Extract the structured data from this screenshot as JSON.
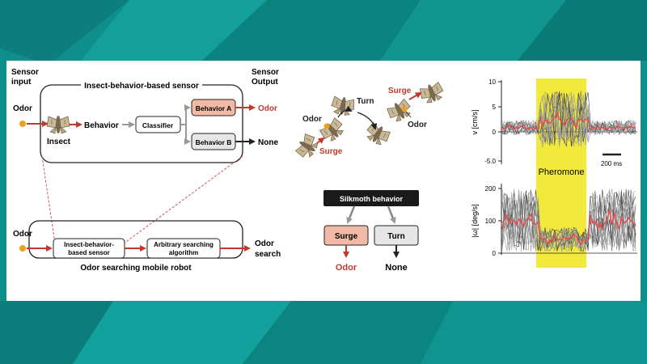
{
  "colors": {
    "background": "#0f8f8c",
    "panel": "#ffffff",
    "red": "#c0392b",
    "behavior_a_fill": "#f2b9a6",
    "gray_box": "#e6e6e6",
    "yellow_highlight": "#f2ea3a"
  },
  "left_diagram": {
    "sensor_input": [
      "Sensor",
      "input"
    ],
    "sensor_output": [
      "Sensor",
      "Output"
    ],
    "sensor_box_title": "Insect-behavior-based sensor",
    "odor_in": "Odor",
    "insect_label": "Insect",
    "behavior_label": "Behavior",
    "classifier_label": "Classifier",
    "behavior_a": "Behavior A",
    "behavior_b": "Behavior B",
    "out_odor": "Odor",
    "out_none": "None",
    "robot_odor_in": "Odor",
    "robot_sensor": [
      "Insect-behavior-",
      "based sensor"
    ],
    "robot_algorithm": [
      "Arbitrary searching",
      "algorithm"
    ],
    "robot_output": [
      "Odor",
      "search"
    ],
    "robot_box_title": "Odor searching mobile robot"
  },
  "middle_diagram": {
    "odor_left": "Odor",
    "turn": "Turn",
    "surge_left": "Surge",
    "surge_right": "Surge",
    "odor_right": "Odor",
    "silkmoth_behavior": "Silkmoth behavior",
    "surge_box": "Surge",
    "turn_box": "Turn",
    "surge_result": "Odor",
    "turn_result": "None"
  },
  "right_plots": {
    "top_ylabel": "v [cm/s]",
    "top_ticks": [
      "10",
      "5",
      "0",
      "-5.0"
    ],
    "scale_bar": "200 ms",
    "stimulus_label": "Pheromone",
    "bottom_ylabel": "|ω| [deg/s]",
    "bottom_ticks": [
      "200",
      "100",
      "0"
    ]
  }
}
